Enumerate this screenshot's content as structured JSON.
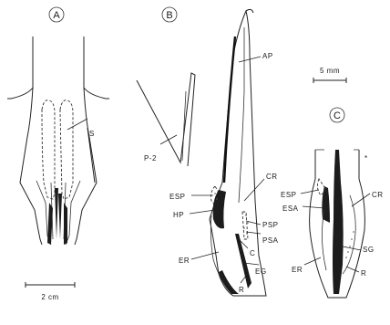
{
  "panels": [
    "A",
    "B",
    "C"
  ],
  "labels": {
    "S": "S",
    "AP": "AP",
    "P2": "P-2",
    "CR_B": "CR",
    "ESP_B": "ESP",
    "HP": "HP",
    "PSP": "PSP",
    "PSA": "PSA",
    "C": "C",
    "ER_B": "ER",
    "EG": "EG",
    "R_B": "R",
    "ESP_C": "ESP",
    "ESA": "ESA",
    "CR_C": "CR",
    "SG": "SG",
    "ER_C": "ER",
    "R_C": "R",
    "star": "*"
  },
  "scales": {
    "a": "2 cm",
    "bc": "5 mm"
  }
}
